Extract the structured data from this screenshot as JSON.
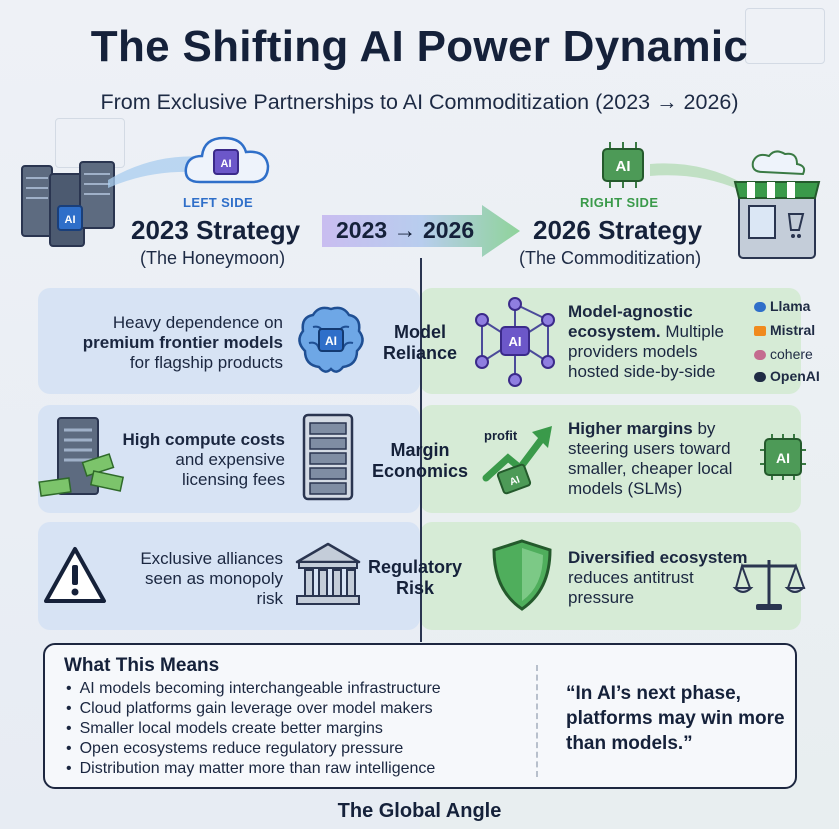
{
  "title": "The Shifting AI Power Dynamic",
  "subtitle": "From Exclusive Partnerships to AI Commoditization (2023 → 2026)",
  "arrow_label": "2023 → 2026",
  "left": {
    "tag": "LEFT SIDE",
    "strategy": "2023 Strategy",
    "sub": "(The Honeymoon)",
    "rows": [
      {
        "pre": "Heavy dependence on",
        "bold": "premium frontier models",
        "post": "for flagship products"
      },
      {
        "bold": "High compute costs",
        "post1": "and expensive",
        "post2": "licensing fees"
      },
      {
        "line1": "Exclusive alliances",
        "line2": "seen as monopoly",
        "line3": "risk"
      }
    ]
  },
  "right": {
    "tag": "RIGHT SIDE",
    "strategy": "2026 Strategy",
    "sub": "(The Commoditization)",
    "rows": [
      {
        "bold": "Model-agnostic",
        "bold2": "ecosystem.",
        "rest1": "Multiple",
        "rest2": "providers models",
        "rest3": "hosted side-by-side"
      },
      {
        "bold": "Higher margins",
        "rest0": "by",
        "rest1": "steering users toward",
        "rest2": "smaller, cheaper local",
        "rest3": "models (SLMs)"
      },
      {
        "bold": "Diversified ecosystem",
        "rest1": "reduces antitrust",
        "rest2": "pressure"
      }
    ],
    "providers": [
      "Llama",
      "Mistral",
      "cohere",
      "OpenAI"
    ]
  },
  "categories": [
    {
      "line1": "Model",
      "line2": "Reliance"
    },
    {
      "line1": "Margin",
      "line2": "Economics"
    },
    {
      "line1": "Regulatory",
      "line2": "Risk"
    }
  ],
  "icons": {
    "ai_chip": "AI",
    "profit": "profit"
  },
  "bottom": {
    "title": "What This Means",
    "bullets": [
      "AI models becoming interchangeable infrastructure",
      "Cloud platforms gain leverage over model makers",
      "Smaller local models create better margins",
      "Open ecosystems reduce regulatory pressure",
      "Distribution may matter more than raw intelligence"
    ],
    "quote": "“In AI’s next phase, platforms may win more than models.”"
  },
  "footer": "The Global Angle",
  "colors": {
    "left_panel": "#d7e3f4",
    "right_panel": "#d6ebd6",
    "left_accent": "#2f6fc9",
    "right_accent": "#3a9a4a",
    "dark": "#15213a"
  }
}
